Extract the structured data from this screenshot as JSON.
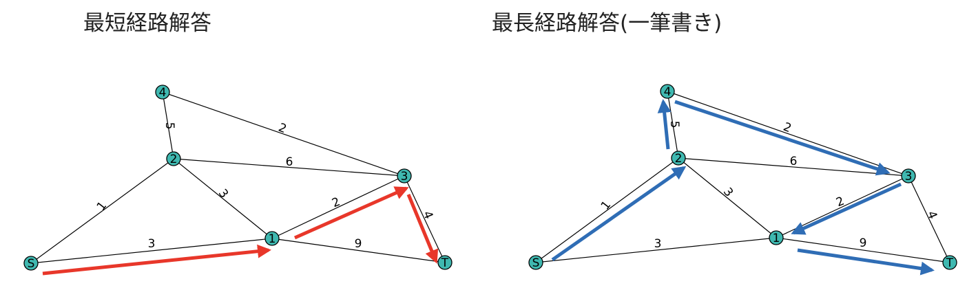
{
  "node_color": "#3fb8b0",
  "graphs": [
    {
      "id": "shortest",
      "title": "最短経路解答",
      "arrow_color": "#e8372a",
      "nodes": [
        {
          "id": "S",
          "label": "S"
        },
        {
          "id": "1",
          "label": "1"
        },
        {
          "id": "2",
          "label": "2"
        },
        {
          "id": "3",
          "label": "3"
        },
        {
          "id": "4",
          "label": "4"
        },
        {
          "id": "T",
          "label": "T"
        }
      ],
      "edges": [
        {
          "from": "S",
          "to": "2",
          "weight": "1"
        },
        {
          "from": "S",
          "to": "1",
          "weight": "3"
        },
        {
          "from": "2",
          "to": "4",
          "weight": "5"
        },
        {
          "from": "2",
          "to": "3",
          "weight": "6"
        },
        {
          "from": "2",
          "to": "1",
          "weight": "3"
        },
        {
          "from": "4",
          "to": "3",
          "weight": "2"
        },
        {
          "from": "1",
          "to": "3",
          "weight": "2"
        },
        {
          "from": "1",
          "to": "T",
          "weight": "9"
        },
        {
          "from": "3",
          "to": "T",
          "weight": "4"
        }
      ],
      "path": [
        [
          "S",
          "1"
        ],
        [
          "1",
          "3"
        ],
        [
          "3",
          "T"
        ]
      ]
    },
    {
      "id": "longest",
      "title": "最長経路解答(一筆書き)",
      "arrow_color": "#2f6db5",
      "nodes": [
        {
          "id": "S",
          "label": "S"
        },
        {
          "id": "1",
          "label": "1"
        },
        {
          "id": "2",
          "label": "2"
        },
        {
          "id": "3",
          "label": "3"
        },
        {
          "id": "4",
          "label": "4"
        },
        {
          "id": "T",
          "label": "T"
        }
      ],
      "edges": [
        {
          "from": "S",
          "to": "2",
          "weight": "1"
        },
        {
          "from": "S",
          "to": "1",
          "weight": "3"
        },
        {
          "from": "2",
          "to": "4",
          "weight": "5"
        },
        {
          "from": "2",
          "to": "3",
          "weight": "6"
        },
        {
          "from": "2",
          "to": "1",
          "weight": "3"
        },
        {
          "from": "4",
          "to": "3",
          "weight": "2"
        },
        {
          "from": "1",
          "to": "3",
          "weight": "2"
        },
        {
          "from": "1",
          "to": "T",
          "weight": "9"
        },
        {
          "from": "3",
          "to": "T",
          "weight": "4"
        }
      ],
      "path": [
        [
          "S",
          "2"
        ],
        [
          "2",
          "4"
        ],
        [
          "4",
          "3"
        ],
        [
          "3",
          "1"
        ],
        [
          "1",
          "T"
        ]
      ]
    }
  ]
}
